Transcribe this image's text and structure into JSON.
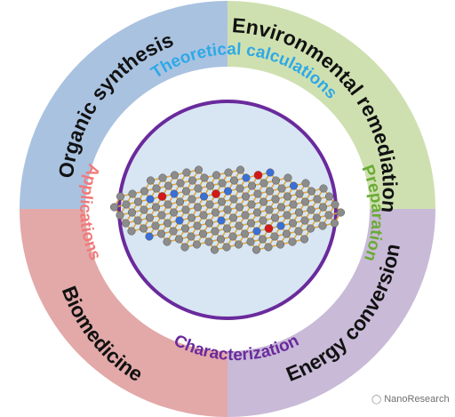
{
  "outer_sectors": [
    {
      "label": "Organic synthesis",
      "color": "#a9c2e0"
    },
    {
      "label": "Environmental remediation",
      "color": "#cfe0b0"
    },
    {
      "label": "Energy conversion",
      "color": "#c9bad8"
    },
    {
      "label": "Biomedicine",
      "color": "#e3a8a8"
    }
  ],
  "inner_labels": [
    {
      "label": "Theoretical calculations",
      "color": "#2ea9e6"
    },
    {
      "label": "Preparation",
      "color": "#6aab35"
    },
    {
      "label": "Characterization",
      "color": "#6a2a9c"
    },
    {
      "label": "Applications",
      "color": "#ef7a7a"
    }
  ],
  "center": {
    "ring_color": "#6a2a9c",
    "fill_color": "#d8e6f3"
  },
  "atoms": {
    "carbon": "#8c8c8c",
    "nitrogen": "#3a6fd8",
    "metal": "#d41818",
    "bond": "#e0a63a"
  },
  "watermark": {
    "icon": "wechat-icon",
    "text": "NanoResearch"
  }
}
